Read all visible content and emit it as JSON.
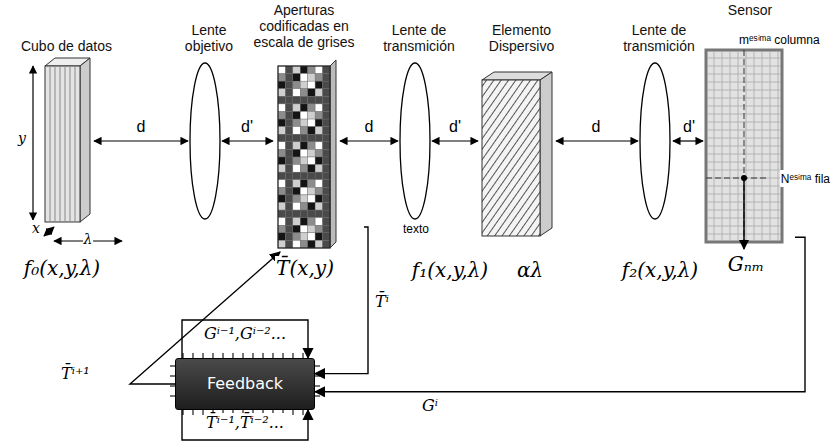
{
  "diagram": {
    "nodes": [
      {
        "text": [
          "Cubo de datos"
        ]
      },
      {
        "text": [
          "Lente objetivo"
        ]
      },
      {
        "text": [
          "Aperturas codificadas en escala de grises"
        ]
      },
      {
        "text": [
          "Lente de transmición"
        ]
      },
      {
        "text": [
          "Elemento Dispersivo"
        ]
      },
      {
        "text": [
          "Lente de transmición"
        ]
      },
      {
        "text": [
          "Sensor"
        ]
      },
      {
        "text": [
          "Feedback"
        ]
      }
    ],
    "edges": [
      {
        "from": 7,
        "to": 7,
        "arrow": "to",
        "label": "Gⁱ⁻¹,Gⁱ⁻²..."
      },
      {
        "from": 2,
        "to": 7,
        "arrow": "to",
        "label": "T̄ⁱ"
      },
      {
        "from": 6,
        "to": 7,
        "arrow": "to",
        "label": "Gⁱ"
      },
      {
        "from": 7,
        "to": 2,
        "arrow": "to",
        "label": "T̄ⁱ⁺¹"
      },
      {
        "from": 7,
        "to": 7,
        "arrow": "to",
        "label": "T̄ⁱ⁻¹,T̄ⁱ⁻²..."
      }
    ],
    "labels": [
      "y",
      "x",
      "λ",
      "f₀(x,y,λ)",
      "d",
      "d'",
      "T̄(x,y)",
      "d",
      "d'",
      "texto",
      "f₁(x,y,λ)",
      "αλ",
      "d",
      "d'",
      "f₂(x,y,λ)",
      "mᵉˢⁱᵐᵃ columna",
      "Nᵉˢⁱᵐᵃ fila",
      "Gₙₘ"
    ]
  }
}
